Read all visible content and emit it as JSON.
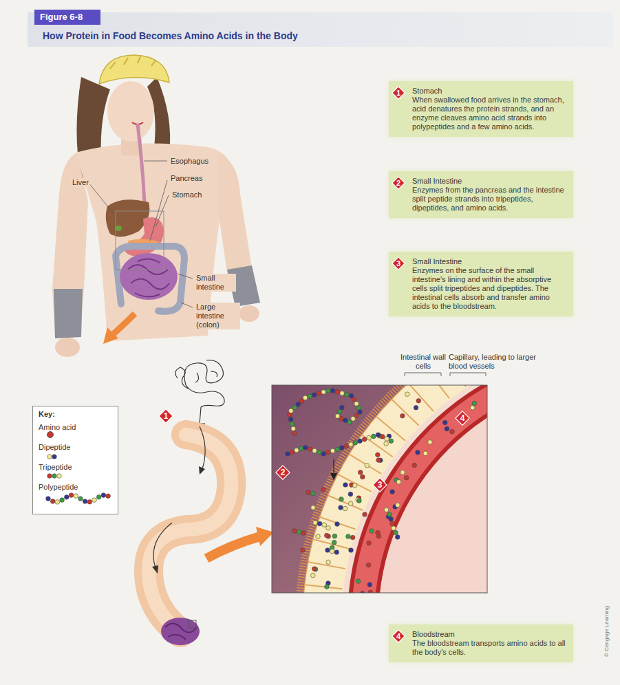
{
  "diagram": {
    "title": "How Protein in Food Becomes Amino Acids in the Body",
    "nodes": [
      {
        "text": [
          "Stomach",
          "When swallowed food arrives in the stomach, acid denatures the protein strands, and an enzyme cleaves amino acid strands into polypeptides and a few amino acids."
        ]
      },
      {
        "text": [
          "1"
        ],
        "in": 0
      },
      {
        "text": [
          "Small Intestine",
          "Enzymes from the pancreas and the intestine split peptide strands into tripeptides, dipeptides, and amino acids."
        ]
      },
      {
        "text": [
          "2"
        ],
        "in": 2
      },
      {
        "text": [
          "Small Intestine",
          "Enzymes on the surface of the small intestine's lining and within the absorptive cells split tripeptides and dipeptides. The intestinal cells absorb and transfer amino acids to the bloodstream."
        ]
      },
      {
        "text": [
          "3"
        ],
        "in": 4
      },
      {
        "text": [
          "Bloodstream",
          "The bloodstream transports amino acids to all the body's cells."
        ]
      },
      {
        "text": [
          "4"
        ],
        "in": 6
      },
      {
        "text": [
          "1"
        ]
      },
      {
        "text": [
          "2"
        ]
      },
      {
        "text": [
          "3"
        ]
      },
      {
        "text": [
          "4"
        ]
      }
    ],
    "labels": [
      "Figure 6-8",
      "Esophagus",
      "Liver",
      "Pancreas",
      "Stomach",
      "Small intestine",
      "Large intestine (colon)",
      "Key:",
      "Intestinal wall cells",
      "Capillary, leading to larger blood vessels",
      "© Cengage Learning"
    ],
    "legend": [
      {
        "text": "Amino acid",
        "color": "#c8372d"
      },
      {
        "text": "Dipeptide"
      },
      {
        "text": "Tripeptide"
      },
      {
        "text": "Polypeptide"
      }
    ]
  }
}
